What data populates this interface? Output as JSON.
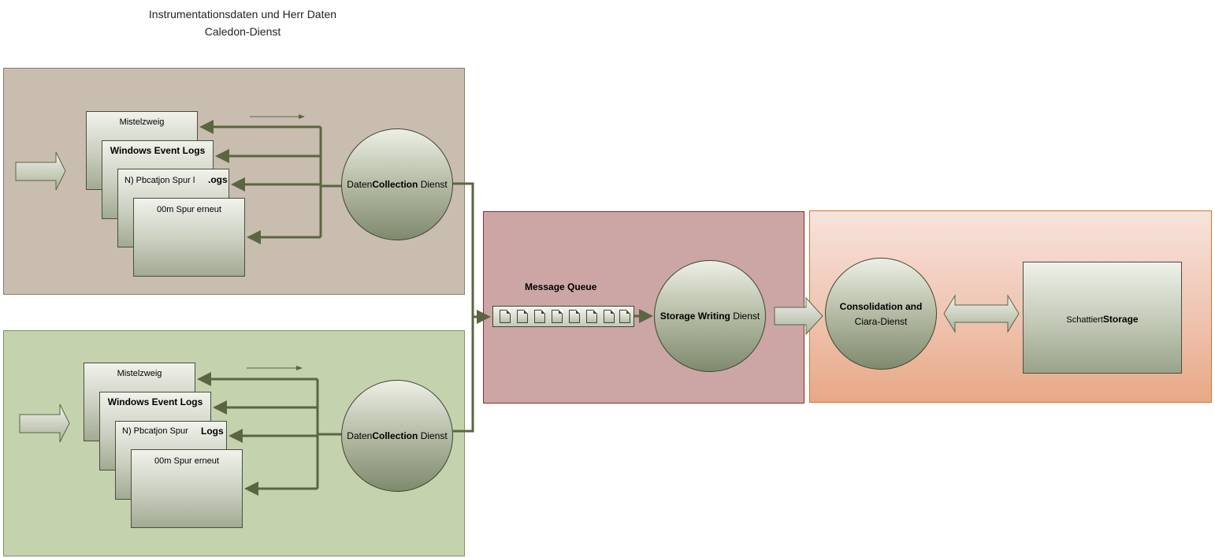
{
  "title": {
    "line1": "Instrumentationsdaten und Herr Daten",
    "line2": "Caledon-Dienst"
  },
  "top_group": {
    "card1": "Mistelzweig",
    "card2": "Windows Event Logs",
    "card3_left": "N) Pbcatjon Spur l",
    "card3_right": ".ogs",
    "card4": "00m Spur erneut",
    "circle_pre": "Daten",
    "circle_bold": "Collection",
    "circle_post": "Dienst"
  },
  "bottom_group": {
    "card1": "Mistelzweig",
    "card2": "Windows Event Logs",
    "card3_left": "N) Pbcatjon Spur",
    "card3_right": "Logs",
    "card4": "00m Spur erneut",
    "circle_pre": "Daten",
    "circle_bold": "Collection",
    "circle_post": "Dienst"
  },
  "queue_panel": {
    "message_queue_label": "Message Queue",
    "circle_bold": "Storage Writing",
    "circle_post": "Dienst"
  },
  "consolidation_panel": {
    "circle_bold": "Consolidation and",
    "circle_line2": "Ciara-Dienst",
    "storage_pre": "Schattiert",
    "storage_bold": "Storage"
  },
  "colors": {
    "top_panel": "#c8bdaf",
    "bottom_panel": "#c5d2ae",
    "queue_panel": "#cba6a4",
    "consolidation_panel": "#efc4b1",
    "arrow": "#5a6640"
  }
}
